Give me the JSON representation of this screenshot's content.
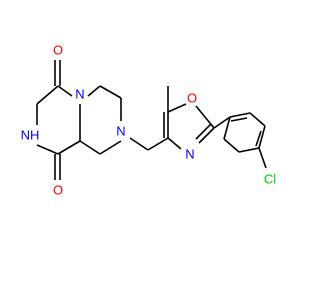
{
  "molecule": {
    "labels": {
      "o_top": "O",
      "o_bottom": "O",
      "n_pip": "N",
      "nh": "NH",
      "n_amine": "N",
      "o_oxazole": "O",
      "n_oxazole": "N",
      "cl": "Cl"
    },
    "colors": {
      "carbon_bond": "#000000",
      "oxygen": "#FF0000",
      "nitrogen": "#0000FF",
      "chlorine": "#00CC00"
    }
  }
}
